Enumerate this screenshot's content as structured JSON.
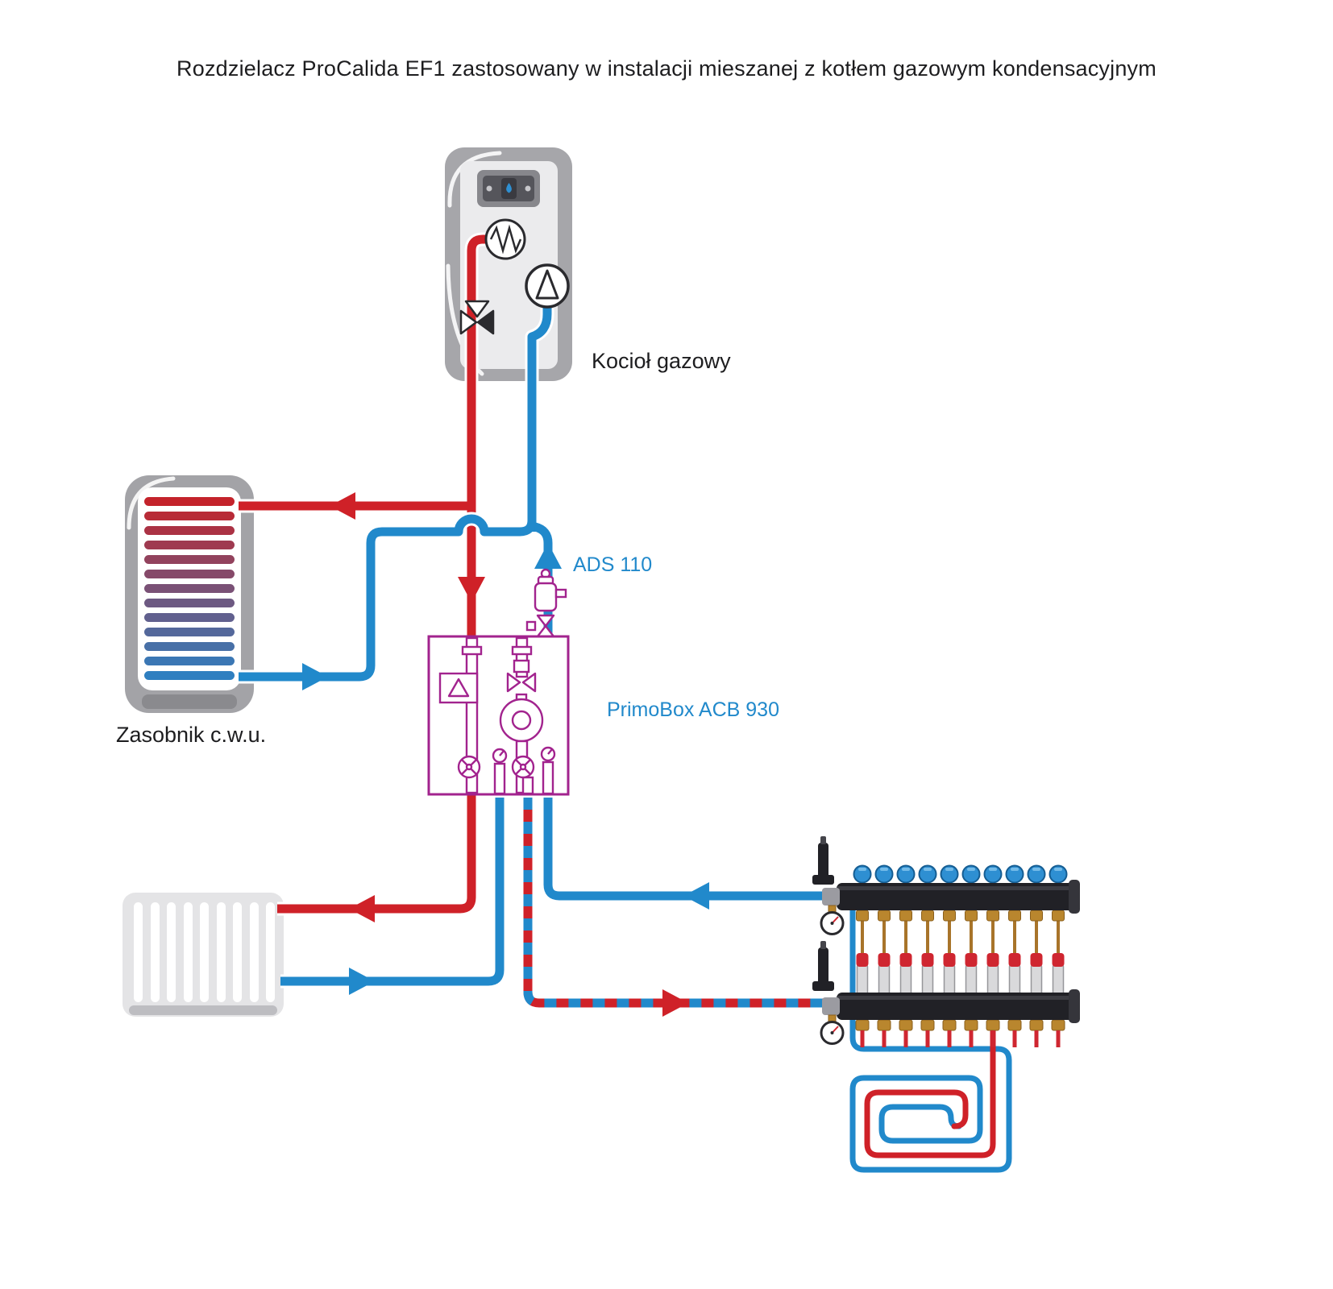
{
  "title": "Rozdzielacz ProCalida EF1 zastosowany w instalacji mieszanej z kotłem gazowym kondensacyjnym",
  "labels": {
    "boiler": "Kocioł gazowy",
    "tank": "Zasobnik c.w.u.",
    "air_separator": "ADS 110",
    "pump_group": "PrimoBox ACB 930"
  },
  "colors": {
    "supply_red": "#cf2128",
    "return_blue": "#2189cb",
    "component_purple": "#a2238e",
    "label_blue": "#2189cb",
    "text_dark": "#1d1d1f",
    "boiler_gray": "#a6a6aa",
    "panel_gray": "#ebebed",
    "manifold_black": "#212126",
    "brass": "#b9862e",
    "flowmeter_red": "#cf2630",
    "loop_cap_blue": "#2e8fd2"
  }
}
